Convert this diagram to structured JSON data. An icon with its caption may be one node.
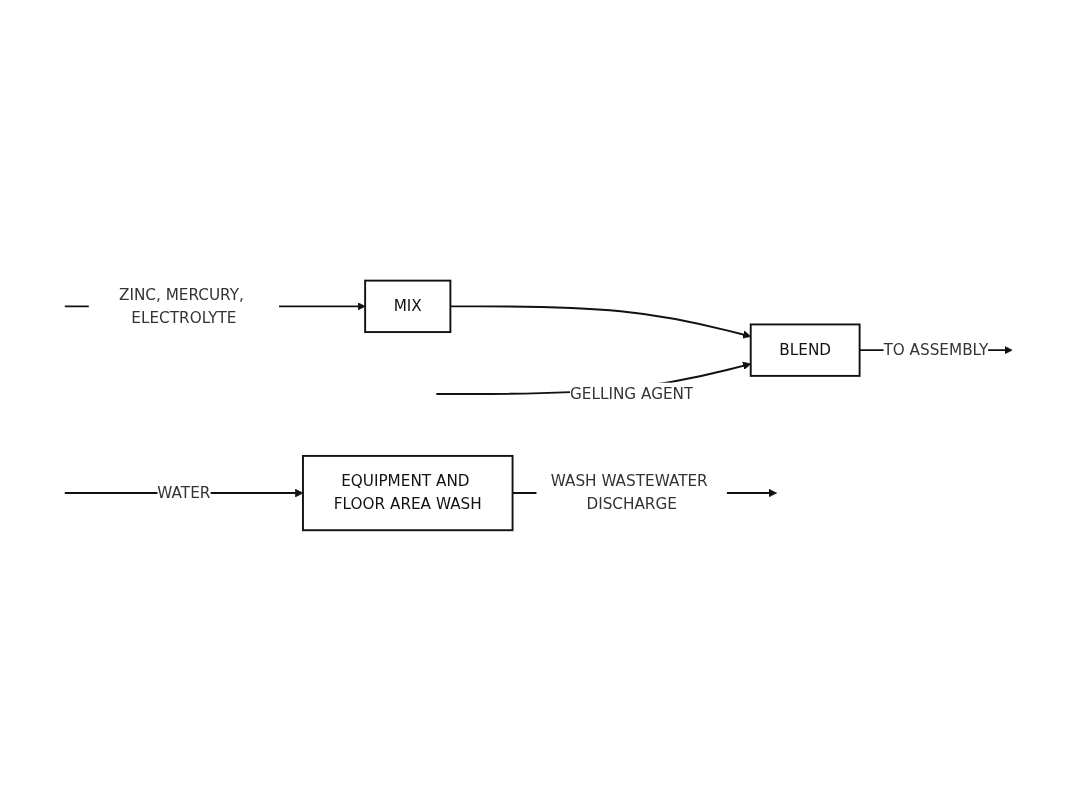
{
  "diagram": {
    "nodes": [
      {
        "text": [
          "MIX"
        ]
      },
      {
        "text": [
          "BLEND"
        ]
      },
      {
        "text": [
          "EQUIPMENT AND FLOOR AREA WASH"
        ]
      }
    ],
    "edges": [
      {
        "from": null,
        "to": 0,
        "arrow": "to",
        "label": "ZINC, MERCURY, ELECTROLYTE"
      },
      {
        "from": 0,
        "to": 1,
        "arrow": "to"
      },
      {
        "from": null,
        "to": 1,
        "arrow": "to",
        "label": "GELLING AGENT"
      },
      {
        "from": 1,
        "to": null,
        "arrow": "to",
        "label": "TO ASSEMBLY"
      },
      {
        "from": null,
        "to": 2,
        "arrow": "to",
        "label": "WATER"
      },
      {
        "from": 2,
        "to": null,
        "arrow": "to",
        "label": "WASH WASTEWATER DISCHARGE"
      }
    ]
  }
}
